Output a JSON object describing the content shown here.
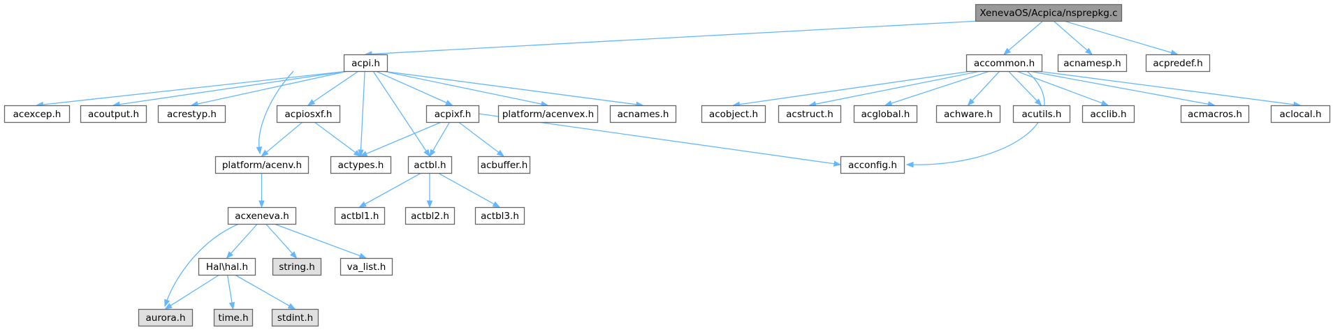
{
  "colors": {
    "edge": "#63b8ff",
    "node_border": "#666666",
    "node_fill": "#ffffff",
    "root_fill": "#999999",
    "system_header_fill": "#e0e0e0"
  },
  "graph": {
    "root": "XenevaOS/Acpica/nsprepkg.c",
    "nodes": [
      {
        "id": "root",
        "label": "XenevaOS/Acpica/nsprepkg.c",
        "kind": "root"
      },
      {
        "id": "acpi_h",
        "label": "acpi.h",
        "kind": "local"
      },
      {
        "id": "accommon_h",
        "label": "accommon.h",
        "kind": "local"
      },
      {
        "id": "acnamesp_h",
        "label": "acnamesp.h",
        "kind": "local"
      },
      {
        "id": "acpredef_h",
        "label": "acpredef.h",
        "kind": "local"
      },
      {
        "id": "acexcep_h",
        "label": "acexcep.h",
        "kind": "local"
      },
      {
        "id": "acoutput_h",
        "label": "acoutput.h",
        "kind": "local"
      },
      {
        "id": "acrestyp_h",
        "label": "acrestyp.h",
        "kind": "local"
      },
      {
        "id": "acpiosxf_h",
        "label": "acpiosxf.h",
        "kind": "local"
      },
      {
        "id": "acpixf_h",
        "label": "acpixf.h",
        "kind": "local"
      },
      {
        "id": "platform_acenvex_h",
        "label": "platform/acenvex.h",
        "kind": "local"
      },
      {
        "id": "acnames_h",
        "label": "acnames.h",
        "kind": "local"
      },
      {
        "id": "acobject_h",
        "label": "acobject.h",
        "kind": "local"
      },
      {
        "id": "acstruct_h",
        "label": "acstruct.h",
        "kind": "local"
      },
      {
        "id": "acglobal_h",
        "label": "acglobal.h",
        "kind": "local"
      },
      {
        "id": "achware_h",
        "label": "achware.h",
        "kind": "local"
      },
      {
        "id": "acutils_h",
        "label": "acutils.h",
        "kind": "local"
      },
      {
        "id": "acclib_h",
        "label": "acclib.h",
        "kind": "local"
      },
      {
        "id": "acmacros_h",
        "label": "acmacros.h",
        "kind": "local"
      },
      {
        "id": "aclocal_h",
        "label": "aclocal.h",
        "kind": "local"
      },
      {
        "id": "platform_acenv_h",
        "label": "platform/acenv.h",
        "kind": "local"
      },
      {
        "id": "actypes_h",
        "label": "actypes.h",
        "kind": "local"
      },
      {
        "id": "actbl_h",
        "label": "actbl.h",
        "kind": "local"
      },
      {
        "id": "acbuffer_h",
        "label": "acbuffer.h",
        "kind": "local"
      },
      {
        "id": "acconfig_h",
        "label": "acconfig.h",
        "kind": "local"
      },
      {
        "id": "acxeneva_h",
        "label": "acxeneva.h",
        "kind": "local"
      },
      {
        "id": "actbl1_h",
        "label": "actbl1.h",
        "kind": "local"
      },
      {
        "id": "actbl2_h",
        "label": "actbl2.h",
        "kind": "local"
      },
      {
        "id": "actbl3_h",
        "label": "actbl3.h",
        "kind": "local"
      },
      {
        "id": "hal_hal_h",
        "label": "Hal\\hal.h",
        "kind": "local"
      },
      {
        "id": "string_h",
        "label": "string.h",
        "kind": "system"
      },
      {
        "id": "va_list_h",
        "label": "va_list.h",
        "kind": "local"
      },
      {
        "id": "aurora_h",
        "label": "aurora.h",
        "kind": "system"
      },
      {
        "id": "time_h",
        "label": "time.h",
        "kind": "system"
      },
      {
        "id": "stdint_h",
        "label": "stdint.h",
        "kind": "system"
      }
    ],
    "edges": [
      [
        "root",
        "acpi_h"
      ],
      [
        "root",
        "accommon_h"
      ],
      [
        "root",
        "acnamesp_h"
      ],
      [
        "root",
        "acpredef_h"
      ],
      [
        "acpi_h",
        "acexcep_h"
      ],
      [
        "acpi_h",
        "acoutput_h"
      ],
      [
        "acpi_h",
        "acrestyp_h"
      ],
      [
        "acpi_h",
        "acpiosxf_h"
      ],
      [
        "acpi_h",
        "platform_acenv_h"
      ],
      [
        "acpi_h",
        "actypes_h"
      ],
      [
        "acpi_h",
        "actbl_h"
      ],
      [
        "acpi_h",
        "acpixf_h"
      ],
      [
        "acpi_h",
        "platform_acenvex_h"
      ],
      [
        "acpi_h",
        "acnames_h"
      ],
      [
        "accommon_h",
        "acobject_h"
      ],
      [
        "accommon_h",
        "acstruct_h"
      ],
      [
        "accommon_h",
        "acglobal_h"
      ],
      [
        "accommon_h",
        "achware_h"
      ],
      [
        "accommon_h",
        "acutils_h"
      ],
      [
        "accommon_h",
        "acclib_h"
      ],
      [
        "accommon_h",
        "acmacros_h"
      ],
      [
        "accommon_h",
        "aclocal_h"
      ],
      [
        "accommon_h",
        "acconfig_h"
      ],
      [
        "acpiosxf_h",
        "platform_acenv_h"
      ],
      [
        "acpiosxf_h",
        "actypes_h"
      ],
      [
        "acpixf_h",
        "actypes_h"
      ],
      [
        "acpixf_h",
        "actbl_h"
      ],
      [
        "acpixf_h",
        "acbuffer_h"
      ],
      [
        "acpixf_h",
        "acconfig_h"
      ],
      [
        "platform_acenv_h",
        "acxeneva_h"
      ],
      [
        "actbl_h",
        "actbl1_h"
      ],
      [
        "actbl_h",
        "actbl2_h"
      ],
      [
        "actbl_h",
        "actbl3_h"
      ],
      [
        "acxeneva_h",
        "aurora_h"
      ],
      [
        "acxeneva_h",
        "hal_hal_h"
      ],
      [
        "acxeneva_h",
        "string_h"
      ],
      [
        "acxeneva_h",
        "va_list_h"
      ],
      [
        "hal_hal_h",
        "aurora_h"
      ],
      [
        "hal_hal_h",
        "time_h"
      ],
      [
        "hal_hal_h",
        "stdint_h"
      ]
    ]
  }
}
